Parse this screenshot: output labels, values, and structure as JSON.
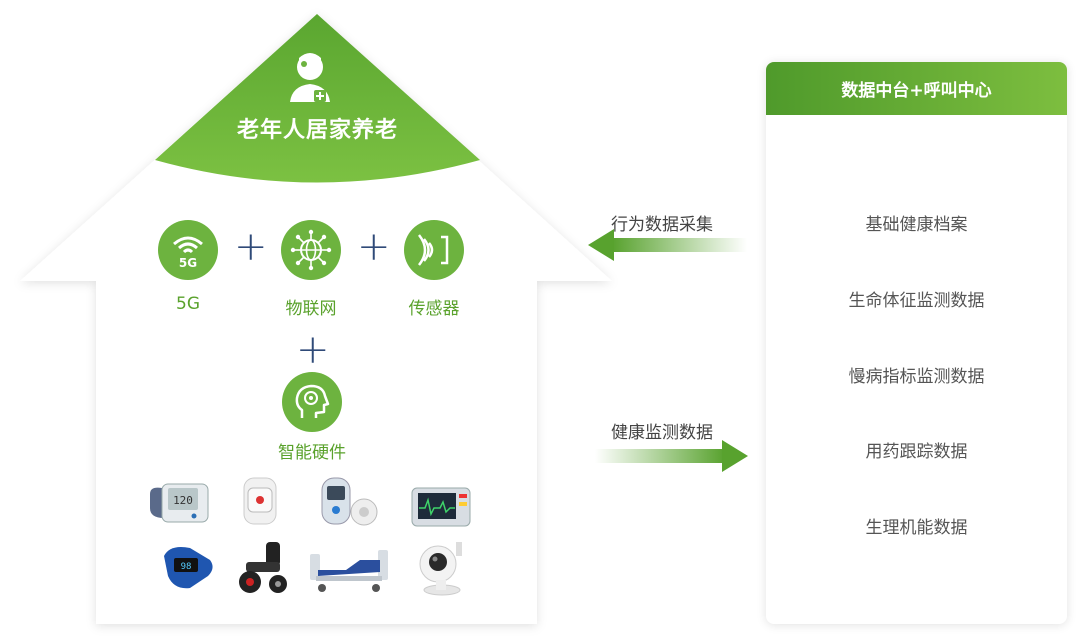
{
  "house": {
    "title": "老年人居家养老",
    "tech_items": [
      {
        "label": "5G",
        "icon": "5g-icon"
      },
      {
        "label": "物联网",
        "icon": "globe-network-icon"
      },
      {
        "label": "传感器",
        "icon": "sensor-icon"
      }
    ],
    "hardware": {
      "label": "智能硬件",
      "icon": "head-brain-icon"
    },
    "devices": [
      "blood-pressure-monitor",
      "smart-watch",
      "glucose-meter",
      "patient-monitor",
      "pulse-oximeter",
      "electric-wheelchair",
      "hospital-bed",
      "security-camera"
    ]
  },
  "arrows": {
    "behavior": "行为数据采集",
    "health": "健康监测数据"
  },
  "panel": {
    "title": "数据中台+呼叫中心",
    "items": [
      "基础健康档案",
      "生命体征监测数据",
      "慢病指标监测数据",
      "用药跟踪数据",
      "生理机能数据"
    ]
  },
  "colors": {
    "green": "#6db33f",
    "dark_green": "#4f9a2b",
    "plus": "#2f4a78"
  }
}
